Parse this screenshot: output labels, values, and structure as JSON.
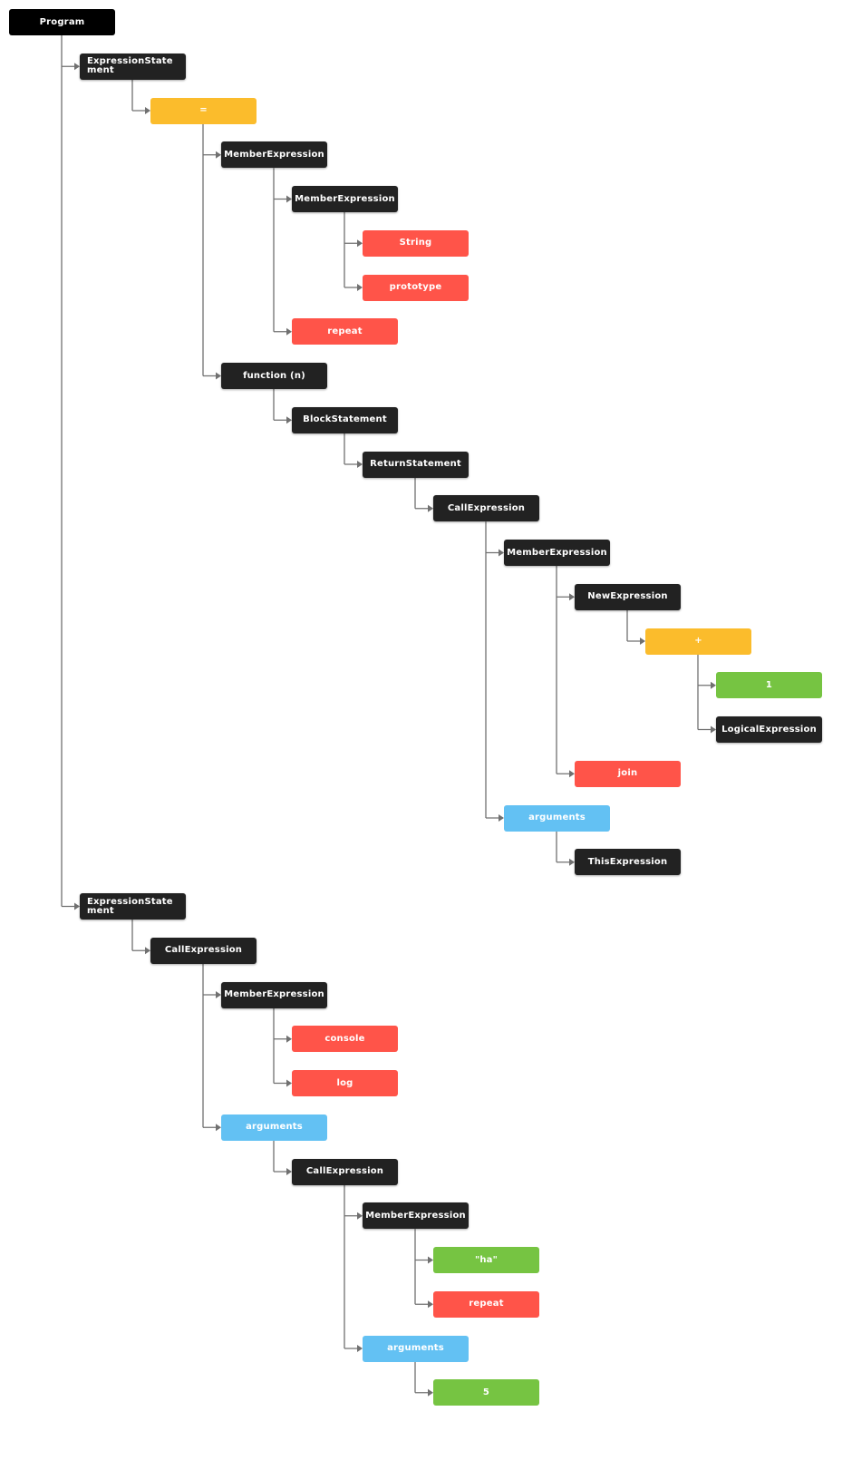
{
  "colors": {
    "root": "#000000",
    "statement": "#222222",
    "operator": "#fbbc2c",
    "identifier": "#ff5449",
    "literal": "#76c442",
    "arguments": "#63c1f3",
    "edge": "#707070"
  },
  "tree": {
    "label": "Program",
    "kind": "root",
    "children": [
      {
        "label": "ExpressionStatement",
        "kind": "stmt",
        "children": [
          {
            "label": "=",
            "kind": "op",
            "children": [
              {
                "label": "MemberExpression",
                "kind": "stmt",
                "children": [
                  {
                    "label": "MemberExpression",
                    "kind": "stmt",
                    "children": [
                      {
                        "label": "String",
                        "kind": "ident"
                      },
                      {
                        "label": "prototype",
                        "kind": "ident"
                      }
                    ]
                  },
                  {
                    "label": "repeat",
                    "kind": "ident"
                  }
                ]
              },
              {
                "label": "function (n)",
                "kind": "stmt",
                "children": [
                  {
                    "label": "BlockStatement",
                    "kind": "stmt",
                    "children": [
                      {
                        "label": "ReturnStatement",
                        "kind": "stmt",
                        "children": [
                          {
                            "label": "CallExpression",
                            "kind": "stmt",
                            "children": [
                              {
                                "label": "MemberExpression",
                                "kind": "stmt",
                                "children": [
                                  {
                                    "label": "NewExpression",
                                    "kind": "stmt",
                                    "children": [
                                      {
                                        "label": "+",
                                        "kind": "op",
                                        "children": [
                                          {
                                            "label": "1",
                                            "kind": "lit"
                                          },
                                          {
                                            "label": "LogicalExpression",
                                            "kind": "stmt"
                                          }
                                        ]
                                      }
                                    ]
                                  },
                                  {
                                    "label": "join",
                                    "kind": "ident"
                                  }
                                ]
                              },
                              {
                                "label": "arguments",
                                "kind": "args",
                                "children": [
                                  {
                                    "label": "ThisExpression",
                                    "kind": "stmt"
                                  }
                                ]
                              }
                            ]
                          }
                        ]
                      }
                    ]
                  }
                ]
              }
            ]
          }
        ]
      },
      {
        "label": "ExpressionStatement",
        "kind": "stmt",
        "children": [
          {
            "label": "CallExpression",
            "kind": "stmt",
            "children": [
              {
                "label": "MemberExpression",
                "kind": "stmt",
                "children": [
                  {
                    "label": "console",
                    "kind": "ident"
                  },
                  {
                    "label": "log",
                    "kind": "ident"
                  }
                ]
              },
              {
                "label": "arguments",
                "kind": "args",
                "children": [
                  {
                    "label": "CallExpression",
                    "kind": "stmt",
                    "children": [
                      {
                        "label": "MemberExpression",
                        "kind": "stmt",
                        "children": [
                          {
                            "label": "\"ha\"",
                            "kind": "lit"
                          },
                          {
                            "label": "repeat",
                            "kind": "ident"
                          }
                        ]
                      },
                      {
                        "label": "arguments",
                        "kind": "args",
                        "children": [
                          {
                            "label": "5",
                            "kind": "lit"
                          }
                        ]
                      }
                    ]
                  }
                ]
              }
            ]
          }
        ]
      }
    ]
  }
}
